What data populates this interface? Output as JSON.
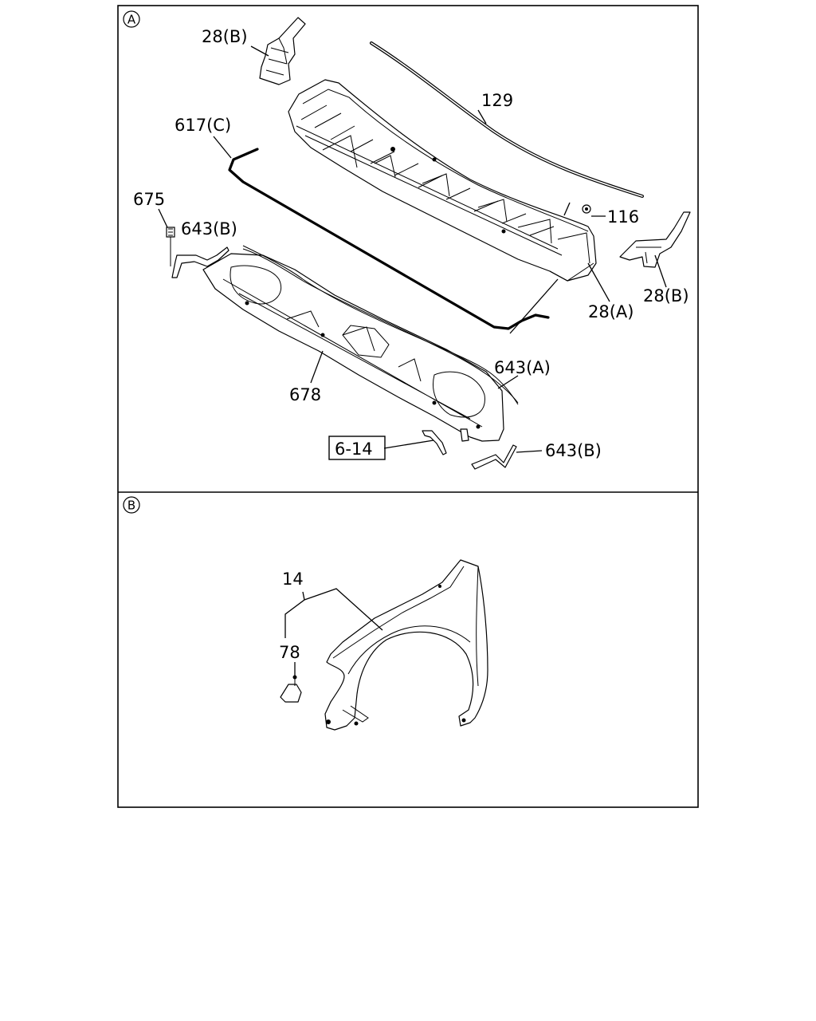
{
  "sections": {
    "a": {
      "marker": "A"
    },
    "b": {
      "marker": "B"
    }
  },
  "labels": {
    "p28b_top": "28(B)",
    "p129": "129",
    "p617c": "617(C)",
    "p675": "675",
    "p643b_left": "643(B)",
    "p116": "116",
    "p28b_right": "28(B)",
    "p28a": "28(A)",
    "p643a": "643(A)",
    "p678": "678",
    "ref_6_14": "6-14",
    "p643b_bottom": "643(B)",
    "p14": "14",
    "p78": "78"
  }
}
